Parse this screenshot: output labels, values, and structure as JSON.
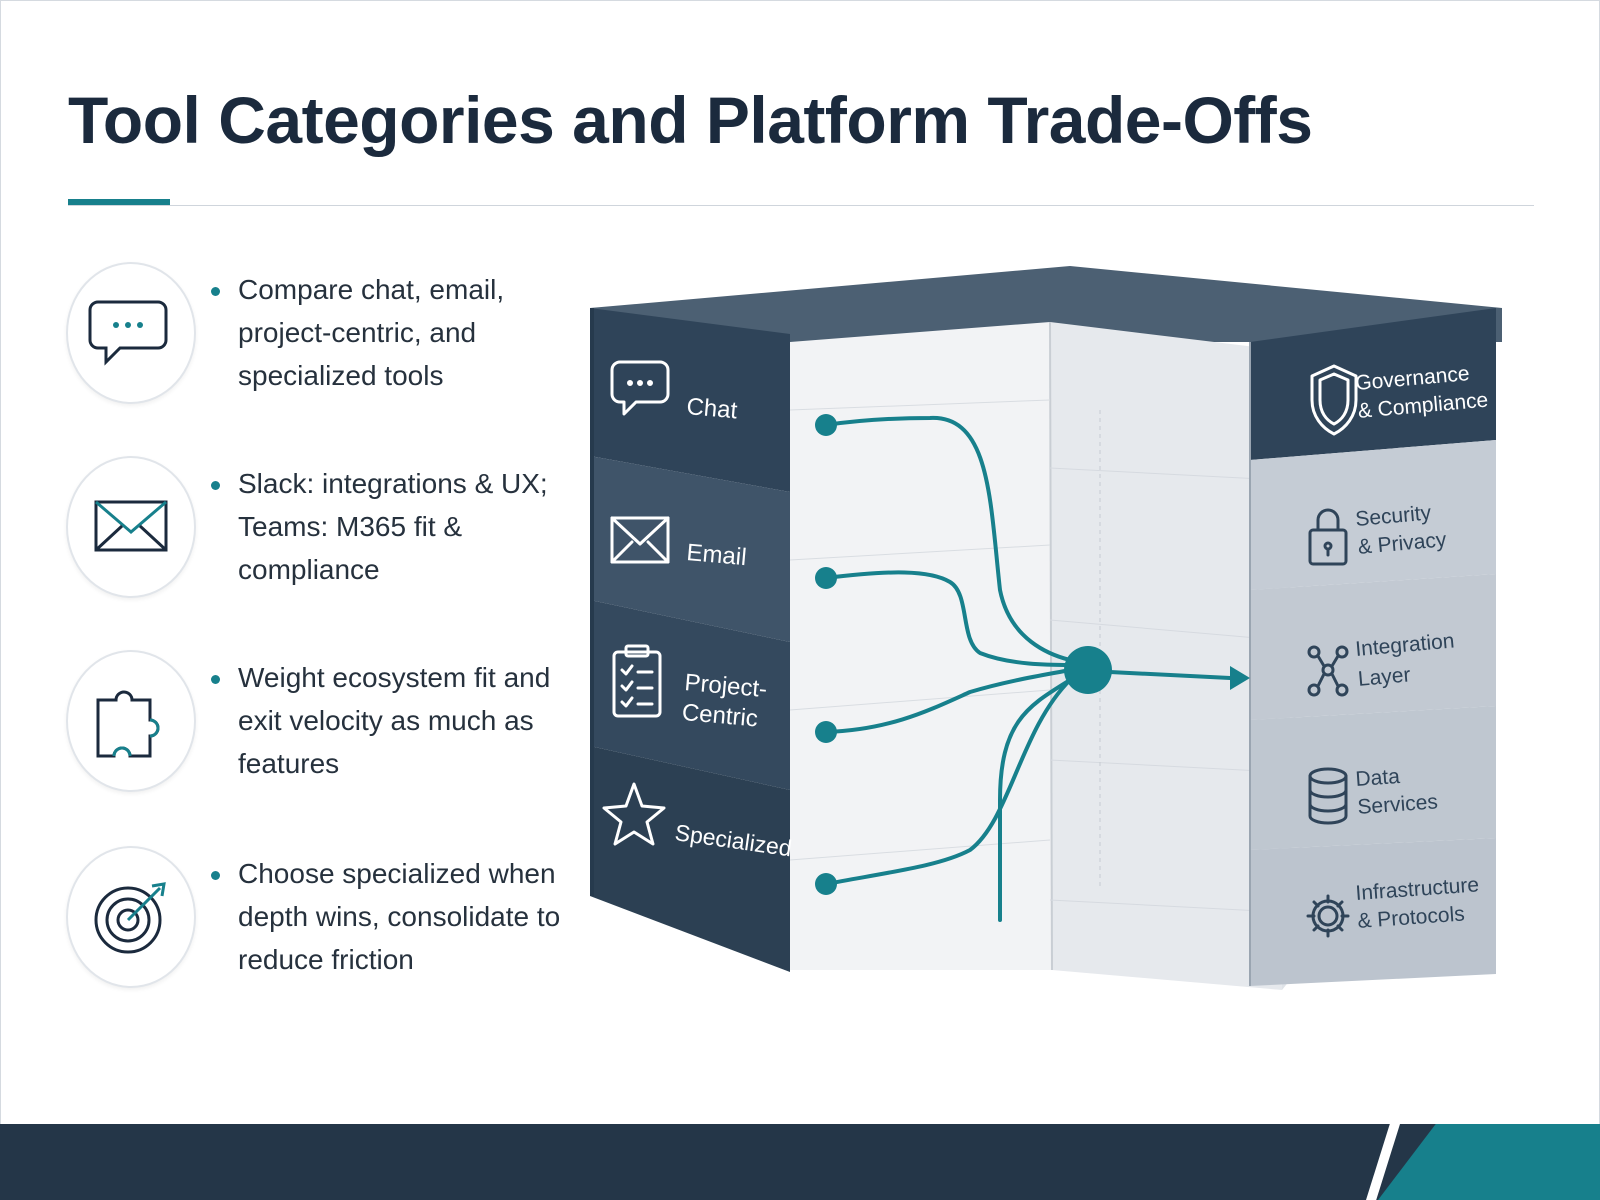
{
  "title": "Tool Categories and Platform Trade-Offs",
  "bullets": [
    {
      "icon": "chat-bubble-icon",
      "text": "Compare chat, email, project-centric, and specialized tools"
    },
    {
      "icon": "envelope-icon",
      "text": "Slack: integrations & UX; Teams: M365 fit & compliance"
    },
    {
      "icon": "puzzle-piece-icon",
      "text": "Weight ecosystem fit and exit velocity as much as features"
    },
    {
      "icon": "target-icon",
      "text": "Choose specialized when depth wins, consolidate to reduce friction"
    }
  ],
  "diagram": {
    "left_categories": [
      {
        "label": "Chat",
        "icon": "chat-bubble-icon"
      },
      {
        "label": "Email",
        "icon": "envelope-icon"
      },
      {
        "label": "Project-\nCentric",
        "icon": "clipboard-checklist-icon"
      },
      {
        "label": "Specialized",
        "icon": "star-icon"
      }
    ],
    "right_layers": [
      {
        "label": "Governance\n& Compliance",
        "icon": "shield-icon"
      },
      {
        "label": "Security\n& Privacy",
        "icon": "padlock-icon"
      },
      {
        "label": "Integration\nLayer",
        "icon": "network-nodes-icon"
      },
      {
        "label": "Data\nServices",
        "icon": "database-icon"
      },
      {
        "label": "Infrastructure\n& Protocols",
        "icon": "gear-icon"
      }
    ]
  },
  "colors": {
    "accent": "#17808c",
    "navy": "#243648",
    "title": "#1b2a3d",
    "panel_dark": "#2f4459",
    "layer_light": "#c5ccd5"
  }
}
